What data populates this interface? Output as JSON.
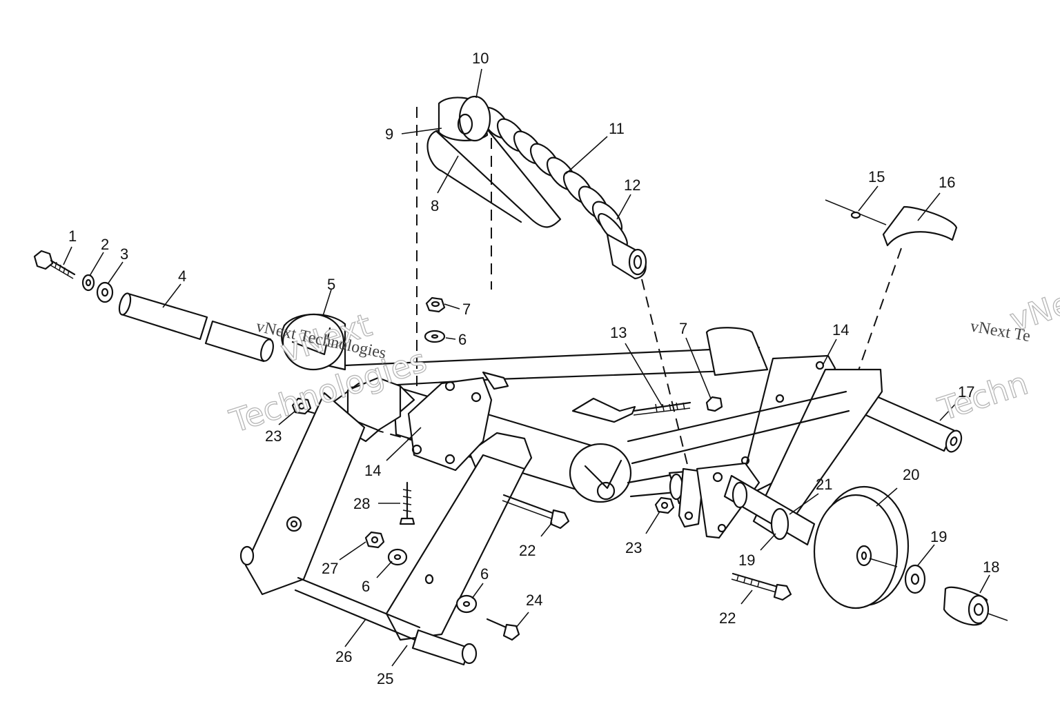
{
  "callouts": [
    {
      "id": "1",
      "text": "1"
    },
    {
      "id": "2",
      "text": "2"
    },
    {
      "id": "3",
      "text": "3"
    },
    {
      "id": "4",
      "text": "4"
    },
    {
      "id": "5",
      "text": "5"
    },
    {
      "id": "6a",
      "text": "6"
    },
    {
      "id": "6b",
      "text": "6"
    },
    {
      "id": "6c",
      "text": "6"
    },
    {
      "id": "7a",
      "text": "7"
    },
    {
      "id": "7b",
      "text": "7"
    },
    {
      "id": "8",
      "text": "8"
    },
    {
      "id": "9",
      "text": "9"
    },
    {
      "id": "10",
      "text": "10"
    },
    {
      "id": "11",
      "text": "11"
    },
    {
      "id": "12",
      "text": "12"
    },
    {
      "id": "13",
      "text": "13"
    },
    {
      "id": "14a",
      "text": "14"
    },
    {
      "id": "14b",
      "text": "14"
    },
    {
      "id": "15",
      "text": "15"
    },
    {
      "id": "16",
      "text": "16"
    },
    {
      "id": "17",
      "text": "17"
    },
    {
      "id": "18",
      "text": "18"
    },
    {
      "id": "19a",
      "text": "19"
    },
    {
      "id": "19b",
      "text": "19"
    },
    {
      "id": "20",
      "text": "20"
    },
    {
      "id": "21",
      "text": "21"
    },
    {
      "id": "22a",
      "text": "22"
    },
    {
      "id": "22b",
      "text": "22"
    },
    {
      "id": "23a",
      "text": "23"
    },
    {
      "id": "23b",
      "text": "23"
    },
    {
      "id": "24",
      "text": "24"
    },
    {
      "id": "25",
      "text": "25"
    },
    {
      "id": "26",
      "text": "26"
    },
    {
      "id": "27",
      "text": "27"
    },
    {
      "id": "28",
      "text": "28"
    }
  ],
  "watermarks": [
    {
      "id": "w1",
      "text": "vNext"
    },
    {
      "id": "w2",
      "text": "Technologies"
    },
    {
      "id": "w3",
      "text": "vNext Technologies"
    },
    {
      "id": "w4",
      "text": "vNext Te"
    },
    {
      "id": "w5",
      "text": "Techn"
    },
    {
      "id": "w6",
      "text": "vNe"
    }
  ],
  "colors": {
    "ink": "#111111",
    "background": "#ffffff",
    "watermark": "#b5b5b5"
  }
}
